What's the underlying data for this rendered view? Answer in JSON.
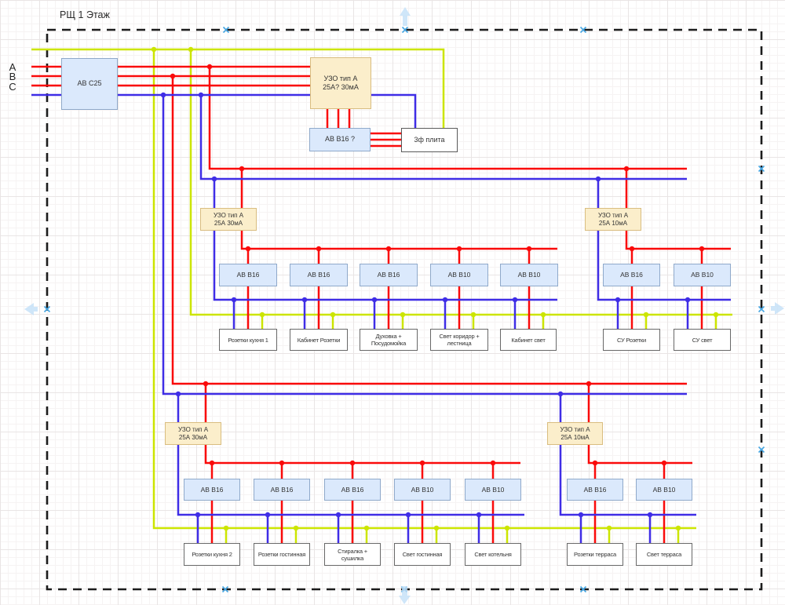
{
  "title": "РЩ 1 Этаж",
  "phases": [
    "А",
    "В",
    "С"
  ],
  "colors": {
    "phase": "#fa0a0a",
    "neutral": "#3f2de6",
    "pe": "#cce500",
    "uzo_fill": "#fbeecb",
    "uzo_border": "#d9bd80",
    "breaker_fill": "#dbe9fc",
    "breaker_border": "#8fa9ca",
    "load_border": "#686868",
    "frame": "#1c1c1c",
    "marker": "#45a5e2",
    "arrow": "#c3e0f7"
  },
  "main": {
    "breaker": "АВ С25",
    "uzo_l1": "УЗО тип А",
    "uzo_l2": "25А? 30мА",
    "stove_breaker": "АВ В16 ?",
    "stove_load": "3ф плита"
  },
  "mid_left": {
    "uzo_l1": "УЗО тип А",
    "uzo_l2": "25А 30мА",
    "breakers": [
      "АВ В16",
      "АВ В16",
      "АВ В16",
      "АВ В10",
      "АВ В10"
    ],
    "loads": [
      "Розетки кухня 1",
      "Кабинет Розетки",
      "Духовка + Посудомойка",
      "Свет коридор + лестница",
      "Кабинет свет"
    ]
  },
  "mid_right": {
    "uzo_l1": "УЗО тип А",
    "uzo_l2": "25А 10мА",
    "breakers": [
      "АВ В16",
      "АВ В10"
    ],
    "loads": [
      "СУ Розетки",
      "СУ свет"
    ]
  },
  "low_left": {
    "uzo_l1": "УЗО тип А",
    "uzo_l2": "25А 30мА",
    "breakers": [
      "АВ В16",
      "АВ В16",
      "АВ В16",
      "АВ В10",
      "АВ В10"
    ],
    "loads": [
      "Розетки кухня 2",
      "Розетки гостинная",
      "Стиралка + сушилка",
      "Свет гостинная",
      "Свет котельня"
    ]
  },
  "low_right": {
    "uzo_l1": "УЗО тип А",
    "uzo_l2": "25А 10мА",
    "breakers": [
      "АВ В16",
      "АВ В10"
    ],
    "loads": [
      "Розетки терраса",
      "Свет терраса"
    ]
  }
}
